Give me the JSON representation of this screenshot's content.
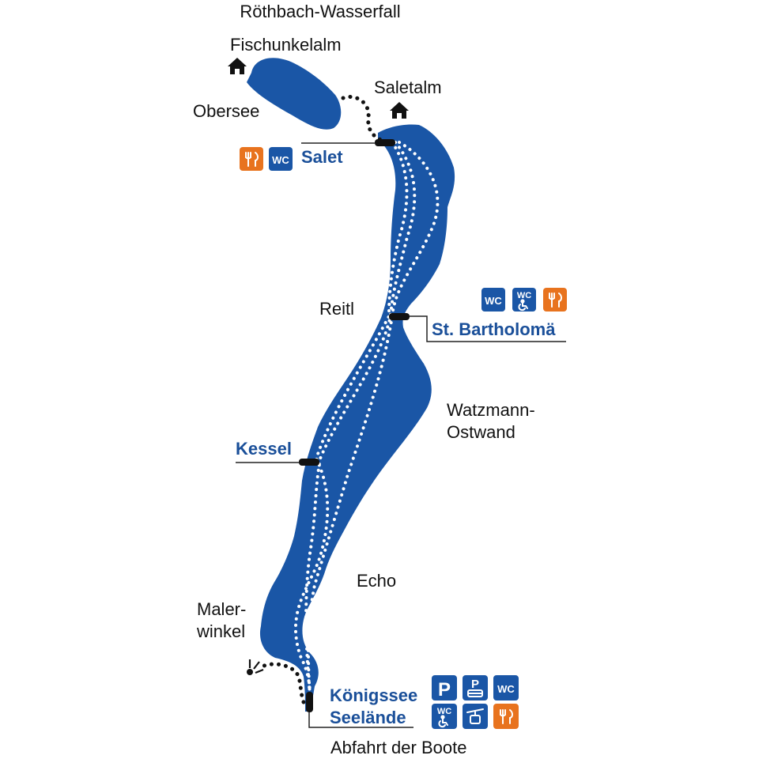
{
  "colors": {
    "lake": "#1a56a6",
    "stop_label": "#1a4f99",
    "route_dots": "#ffffff",
    "trail_dots": "#111111",
    "badge_blue": "#1a56a6",
    "badge_orange": "#e8731e",
    "pier": "#111111",
    "leader_line": "#222222"
  },
  "places": {
    "rothbach": "Röthbach-Wasserfall",
    "fischunkelalm": "Fischunkelalm",
    "obersee": "Obersee",
    "saletalm": "Saletalm",
    "reitl": "Reitl",
    "watzmann_line1": "Watzmann-",
    "watzmann_line2": "Ostwand",
    "echo": "Echo",
    "malerwinkel_line1": "Maler-",
    "malerwinkel_line2": "winkel",
    "abfahrt": "Abfahrt der Boote"
  },
  "stops": {
    "salet": "Salet",
    "bartholoma": "St. Bartholomä",
    "kessel": "Kessel",
    "koenigssee_line1": "Königssee",
    "koenigssee_line2": "Seelände"
  },
  "badges": {
    "wc": "WC",
    "parking": "P",
    "restaurant_icon": "restaurant-icon",
    "accessible_wc_icon": "accessible-wc-icon",
    "bus_parking_icon": "bus-parking-icon",
    "cable_car_icon": "cable-car-icon",
    "hut_icon": "hut-icon",
    "viewpoint_icon": "viewpoint-icon"
  }
}
